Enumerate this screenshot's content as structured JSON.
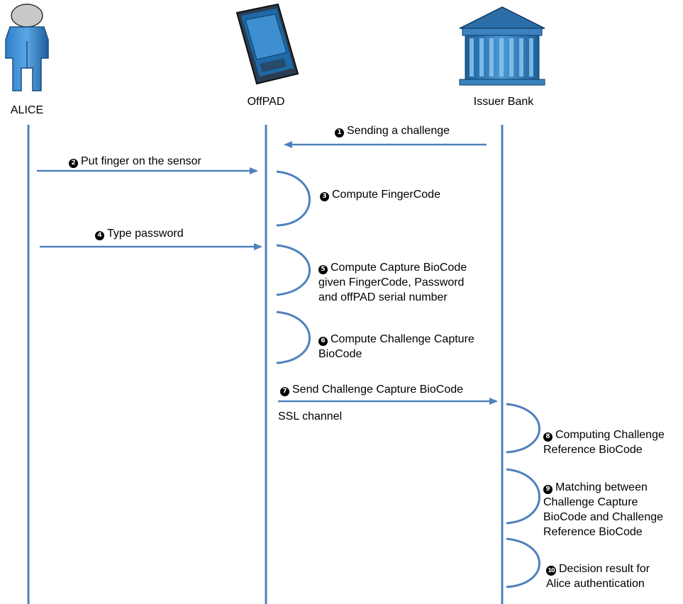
{
  "actors": {
    "alice": {
      "name": "ALICE",
      "icon": "person-icon"
    },
    "offpad": {
      "name": "OffPAD",
      "icon": "pda-device-icon"
    },
    "bank": {
      "name": "Issuer Bank",
      "icon": "bank-building-icon"
    }
  },
  "colors": {
    "lifeline": "#4f81bd",
    "arrow": "#4f81bd",
    "text": "#000000"
  },
  "steps": [
    {
      "num": "1",
      "text": "Sending a challenge"
    },
    {
      "num": "2",
      "text": "Put finger on the sensor"
    },
    {
      "num": "3",
      "text": "Compute FingerCode"
    },
    {
      "num": "4",
      "text": "Type password"
    },
    {
      "num": "5",
      "text": "Compute Capture BioCode\ngiven FingerCode, Password\nand offPAD serial number"
    },
    {
      "num": "6",
      "text": "Compute Challenge Capture\n BioCode"
    },
    {
      "num": "7",
      "text": "Send Challenge Capture BioCode"
    },
    {
      "num": "8",
      "text": "Computing Challenge\nReference BioCode"
    },
    {
      "num": "9",
      "text": "Matching between\nChallenge Capture\nBioCode and Challenge\nReference BioCode"
    },
    {
      "num": "10",
      "text": "Decision result for\nAlice authentication"
    }
  ],
  "ssl_label": "SSL channel"
}
